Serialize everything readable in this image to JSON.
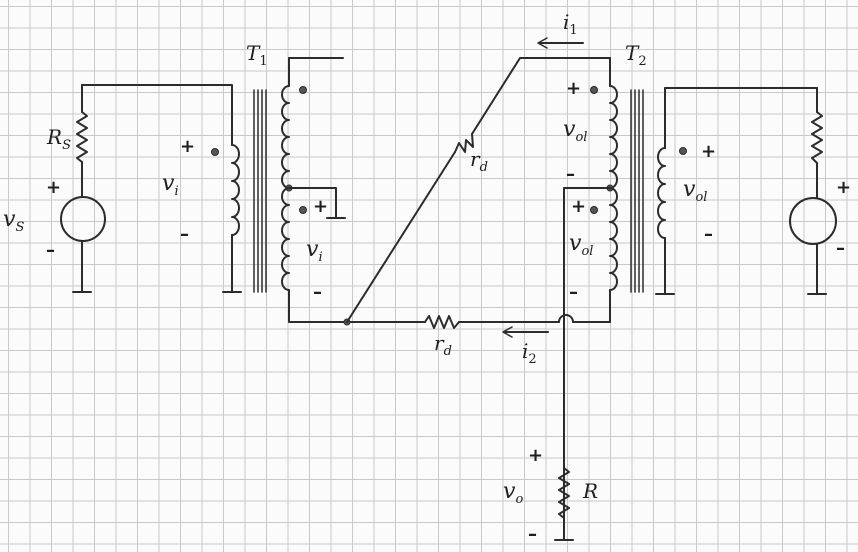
{
  "labels": {
    "T1": "T",
    "T1_sub": "1",
    "T2": "T",
    "T2_sub": "2",
    "Rs": "R",
    "Rs_sub": "S",
    "vs": "v",
    "vs_sub": "S",
    "vi": "v",
    "vi_sub": "i",
    "vol": "v",
    "vol_sub": "ol",
    "rd": "r",
    "rd_sub": "d",
    "i1": "i",
    "i1_sub": "1",
    "i2": "i",
    "i2_sub": "2",
    "vo": "v",
    "vo_sub": "o",
    "R": "R",
    "plus": "+",
    "minus": "–"
  }
}
